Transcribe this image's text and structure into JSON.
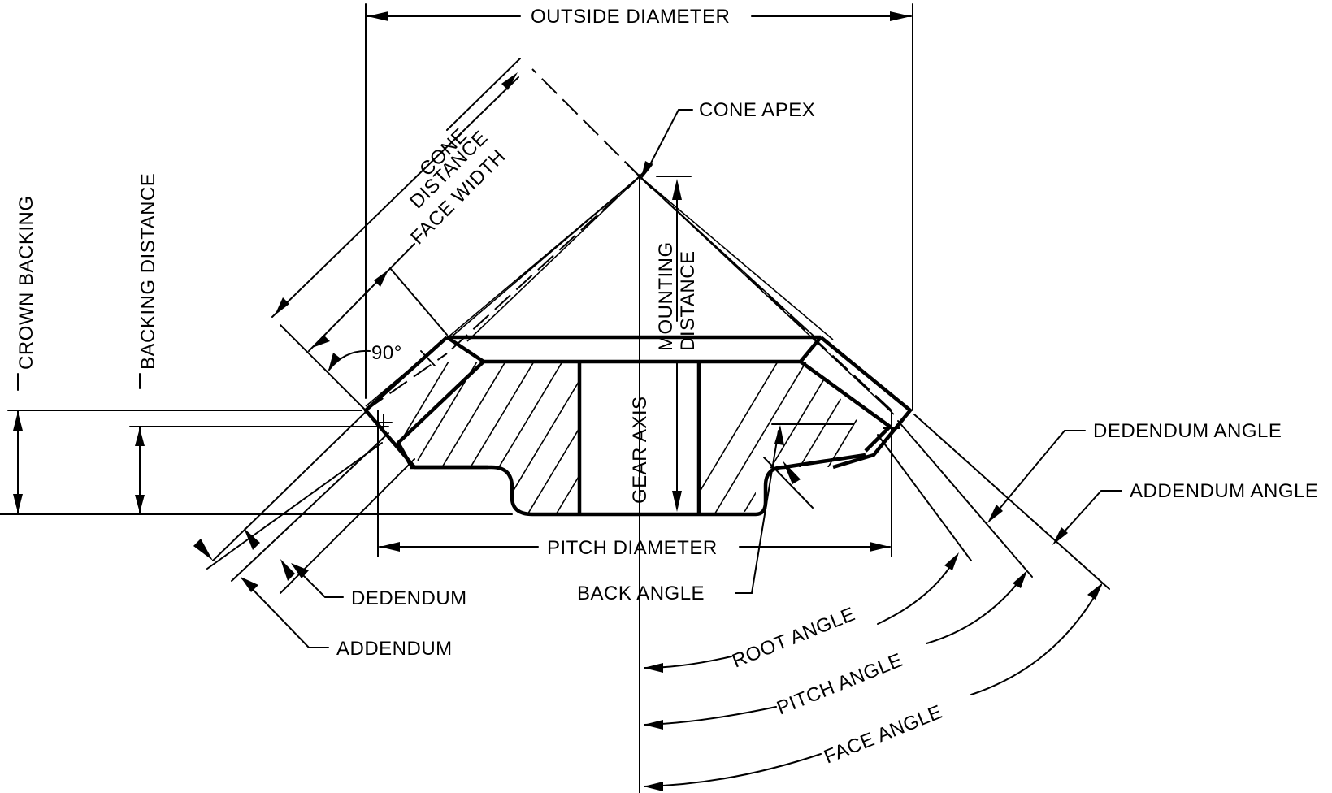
{
  "labels": {
    "outside_diameter": "OUTSIDE DIAMETER",
    "cone_apex": "CONE APEX",
    "cone": "CONE",
    "distance": "DISTANCE",
    "face_width": "FACE WIDTH",
    "backing_distance": "BACKING DISTANCE",
    "crown_backing": "CROWN BACKING",
    "mounting": "MOUNTING",
    "mounting_distance_2": "DISTANCE",
    "gear_axis": "GEAR AXIS",
    "ninety": "90°",
    "pitch_diameter": "PITCH DIAMETER",
    "back_angle": "BACK ANGLE",
    "dedendum": "DEDENDUM",
    "addendum": "ADDENDUM",
    "dedendum_angle": "DEDENDUM ANGLE",
    "addendum_angle": "ADDENDUM ANGLE",
    "root_angle": "ROOT ANGLE",
    "pitch_angle": "PITCH ANGLE",
    "face_angle": "FACE ANGLE"
  }
}
